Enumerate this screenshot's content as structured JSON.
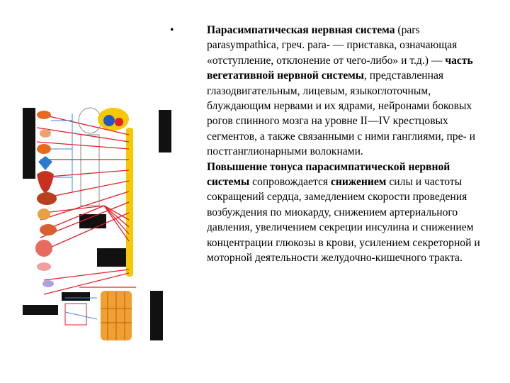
{
  "slide": {
    "bullet": "•",
    "paragraph1": {
      "term": "Парасимпатическая нервная система",
      "part1": " (pars parasympathica, греч. para- — приставка, означающая «отступление, отклонение от чего-либо» и т.д.) — ",
      "bold_part": "часть вегетативной нервной системы",
      "part2": ", представленная глазодвигательным, лицевым, языкоглоточным, блуждающим нервами и их ядрами, нейронами боковых рогов спинного мозга на уровне II—IV крестцовых сегментов, а также связанными с ними ганглиями, пре- и постганглионарными волокнами."
    },
    "paragraph2": {
      "bold_lead": "Повышение тонуса парасимпатической нервной системы",
      "part1": " сопровождается ",
      "bold_word": "снижением",
      "part2": " силы и частоты сокращений сердца, замедлением скорости проведения возбуждения по миокарду, снижением артериального давления, увеличением секреции инсулина и снижением концентрации глюкозы в крови, усилением секреторной и моторной деятельности желудочно-кишечного тракта."
    }
  },
  "figure": {
    "icon": "parasympathetic-nervous-system-diagram",
    "colors": {
      "nerve": "#e0202a",
      "brain": "#f5c800",
      "organ": "#e86a20",
      "label_box": "#000000",
      "vessel": "#3a8ad8"
    }
  }
}
